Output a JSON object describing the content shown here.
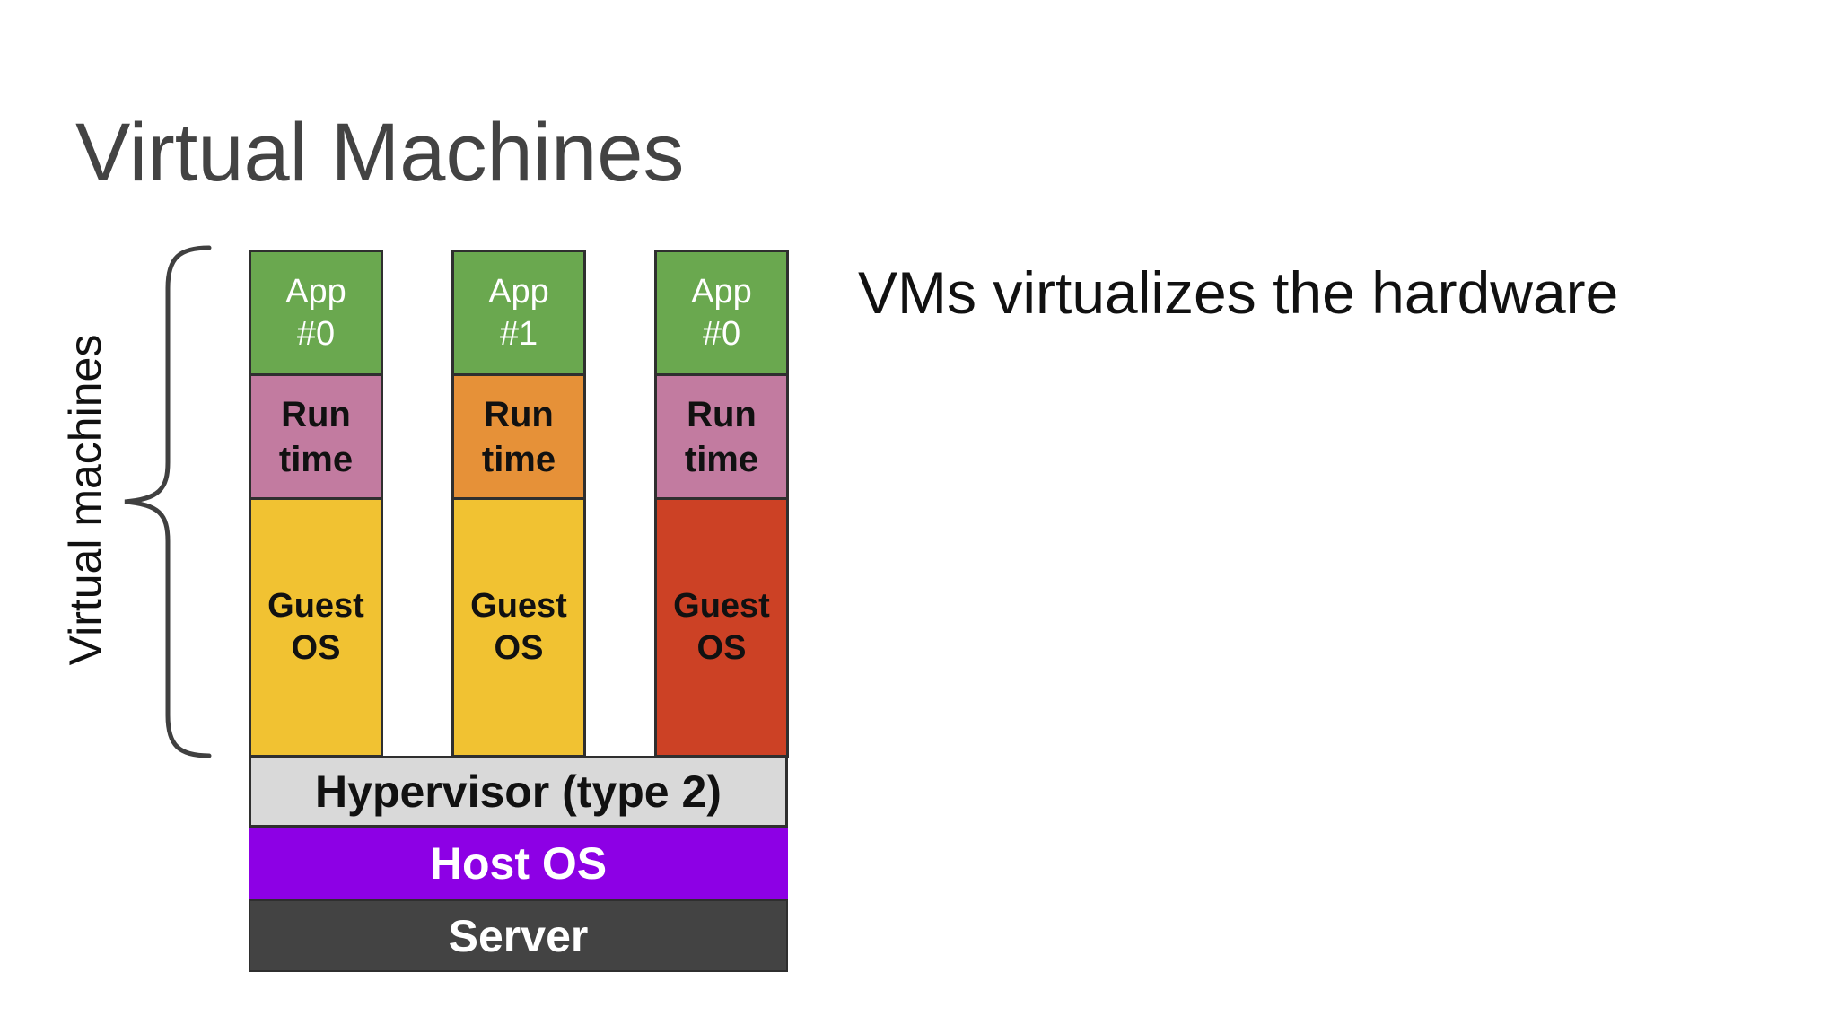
{
  "slide": {
    "title": "Virtual Machines",
    "subtitle": "VMs virtualizes the hardware",
    "brace_label": "Virtual machines"
  },
  "colors": {
    "title_text": "#434343",
    "body_text": "#111111",
    "app_green": "#6aa84f",
    "runtime_pink": "#c27ba0",
    "runtime_orange": "#e69138",
    "guest_yellow": "#f1c232",
    "guest_red": "#cc4125",
    "hypervisor_gray": "#d9d9d9",
    "hostos_purple": "#8d00e5",
    "server_dark": "#434343",
    "block_border": "#2f2f2f",
    "brace": "#404040",
    "white_text": "#ffffff"
  },
  "diagram": {
    "columns": [
      {
        "app": {
          "lines": [
            "App",
            "#0"
          ]
        },
        "runtime": {
          "lines": [
            "Run",
            "time"
          ]
        },
        "guest": {
          "lines": [
            "Guest",
            "OS"
          ]
        },
        "app_color": "#6aa84f",
        "runtime_color": "#c27ba0",
        "guest_color": "#f1c232"
      },
      {
        "app": {
          "lines": [
            "App",
            "#1"
          ]
        },
        "runtime": {
          "lines": [
            "Run",
            "time"
          ]
        },
        "guest": {
          "lines": [
            "Guest",
            "OS"
          ]
        },
        "app_color": "#6aa84f",
        "runtime_color": "#e69138",
        "guest_color": "#f1c232"
      },
      {
        "app": {
          "lines": [
            "App",
            "#0"
          ]
        },
        "runtime": {
          "lines": [
            "Run",
            "time"
          ]
        },
        "guest": {
          "lines": [
            "Guest",
            "OS"
          ]
        },
        "app_color": "#6aa84f",
        "runtime_color": "#c27ba0",
        "guest_color": "#cc4125"
      }
    ],
    "layers": [
      {
        "label": "Hypervisor (type 2)",
        "bg": "#d9d9d9",
        "fg": "#111111"
      },
      {
        "label": "Host OS",
        "bg": "#8d00e5",
        "fg": "#ffffff"
      },
      {
        "label": "Server",
        "bg": "#434343",
        "fg": "#ffffff"
      }
    ]
  }
}
